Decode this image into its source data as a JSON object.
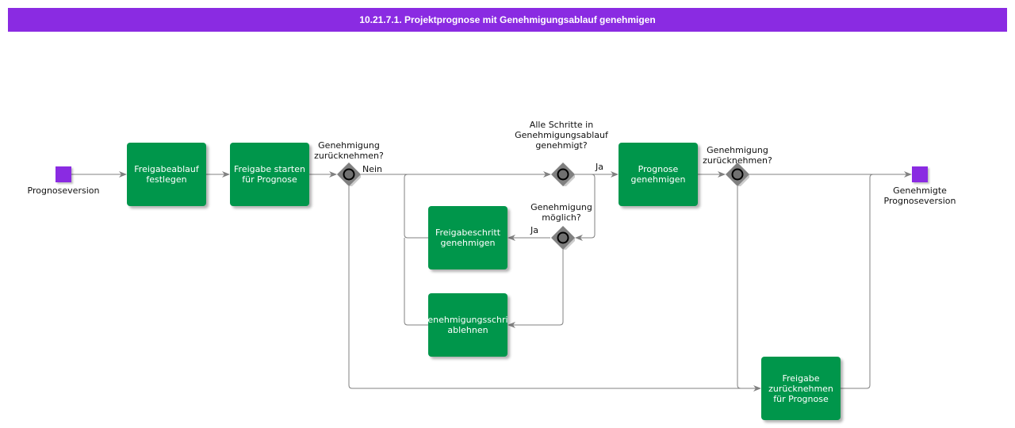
{
  "title": "10.21.7.1. Projektprognose mit Genehmigungsablauf genehmigen",
  "colors": {
    "title_bar": "#8a2be2",
    "task": "#00964b",
    "event": "#8a2be2",
    "gateway": "#808080",
    "connector": "#808080"
  },
  "events": {
    "start": {
      "label": "Prognoseversion",
      "icon": "start-event-square"
    },
    "end": {
      "label": "Genehmigte\nPrognoseversion",
      "icon": "end-event-square"
    }
  },
  "tasks": {
    "t1": {
      "label": "Freigabeablauf\nfestlegen"
    },
    "t2": {
      "label": "Freigabe starten\nfür Prognose"
    },
    "t3": {
      "label": "Freigabeschritt\ngenehmigen"
    },
    "t4": {
      "label": "Genehmigungsschritt\nablehnen"
    },
    "t5": {
      "label": "Prognose\ngenehmigen"
    },
    "t6": {
      "label": "Freigabe\nzurücknehmen\nfür Prognose"
    }
  },
  "gateways": {
    "g1": {
      "label": "Genehmigung\nzurücknehmen?",
      "icon": "inclusive-gateway"
    },
    "g2": {
      "label": "Alle Schritte in\nGenehmigungsablauf\ngenehmigt?",
      "icon": "inclusive-gateway"
    },
    "g3": {
      "label": "Genehmigung\nmöglich?",
      "icon": "inclusive-gateway"
    },
    "g4": {
      "label": "Genehmigung\nzurücknehmen?",
      "icon": "inclusive-gateway"
    }
  },
  "flow_labels": {
    "nein": "Nein",
    "ja_g2": "Ja",
    "ja_g3": "Ja"
  }
}
